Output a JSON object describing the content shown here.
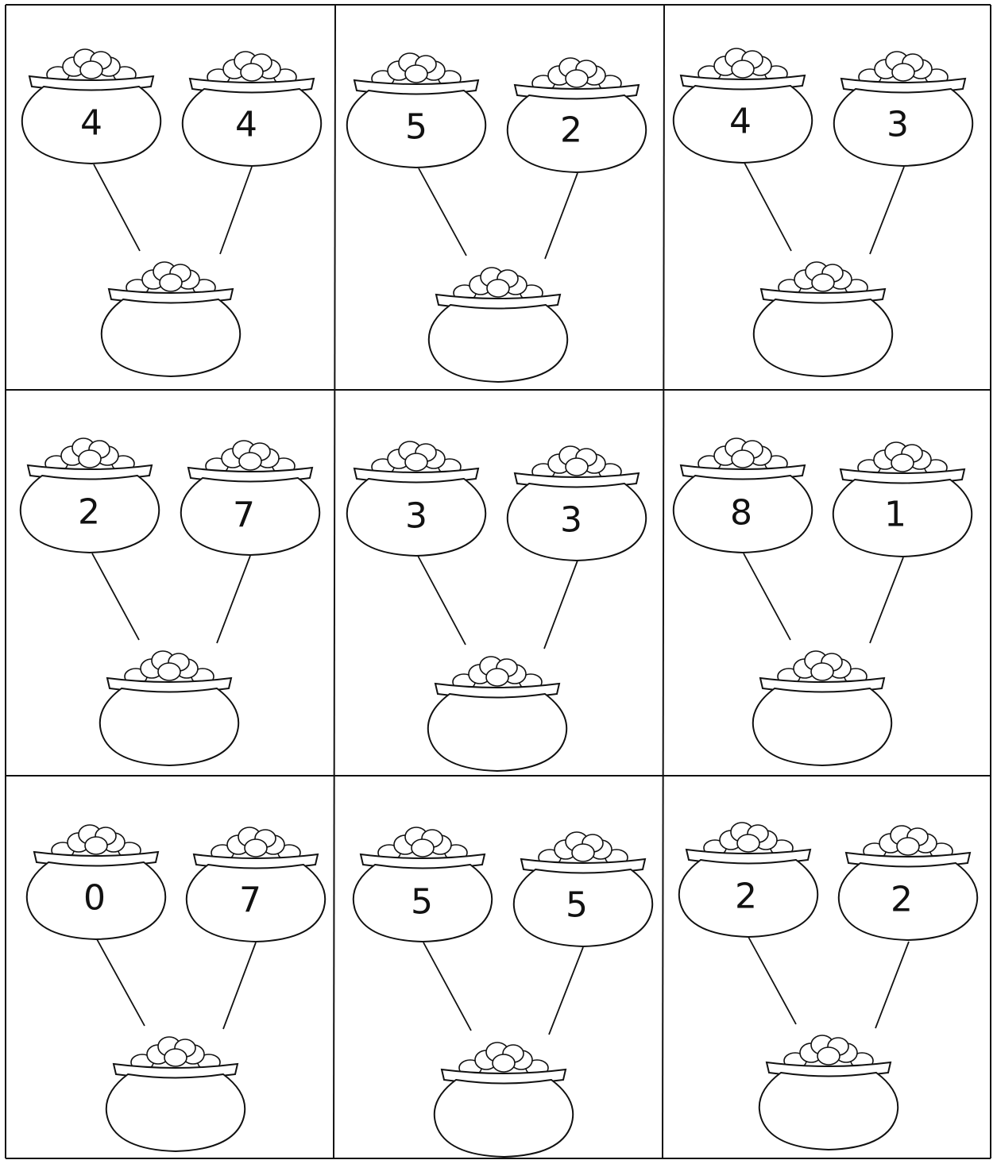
{
  "worksheet": {
    "cards": [
      {
        "left": "4",
        "right": "4",
        "total": ""
      },
      {
        "left": "5",
        "right": "2",
        "total": ""
      },
      {
        "left": "4",
        "right": "3",
        "total": ""
      },
      {
        "left": "2",
        "right": "7",
        "total": ""
      },
      {
        "left": "3",
        "right": "3",
        "total": ""
      },
      {
        "left": "8",
        "right": "1",
        "total": ""
      },
      {
        "left": "0",
        "right": "7",
        "total": ""
      },
      {
        "left": "5",
        "right": "5",
        "total": ""
      },
      {
        "left": "2",
        "right": "2",
        "total": ""
      }
    ]
  }
}
